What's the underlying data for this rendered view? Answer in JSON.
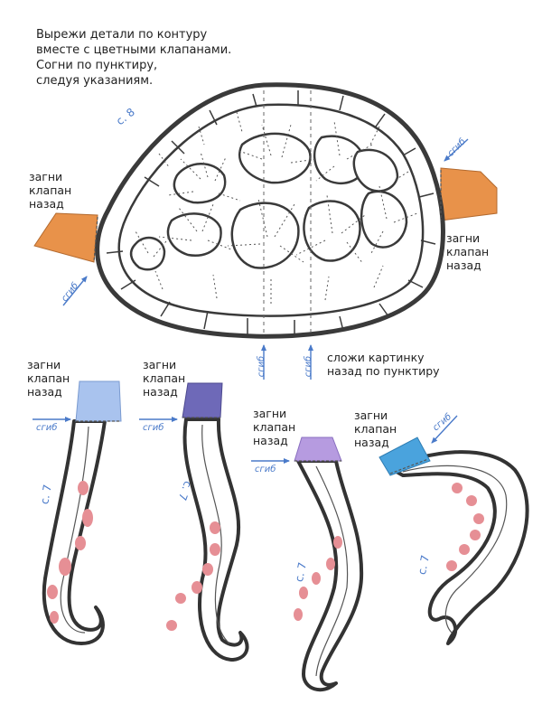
{
  "instructions": [
    "Вырежи детали по контуру",
    "вместе с цветными клапанами.",
    "Согни по пунктиру,",
    "следуя указаниям."
  ],
  "labels": {
    "fold_back": [
      "загни",
      "клапан",
      "назад"
    ],
    "fold_picture": [
      "сложи картинку",
      "назад по пунктиру"
    ],
    "fold_line": "сгиб"
  },
  "pages": {
    "shell": "с. 8",
    "tentacle": "с. 7"
  },
  "colors": {
    "outline": "#333333",
    "flap_orange": "#e8924a",
    "flap_blue_light": "#a9c3ee",
    "flap_purple_dark": "#6e69b8",
    "flap_purple_light": "#b69be0",
    "flap_blue": "#4aa3dd",
    "sucker_pink": "#e68f95",
    "annotation_blue": "#4a7ac9"
  },
  "icons": [
    "fold-arrow-icon"
  ]
}
